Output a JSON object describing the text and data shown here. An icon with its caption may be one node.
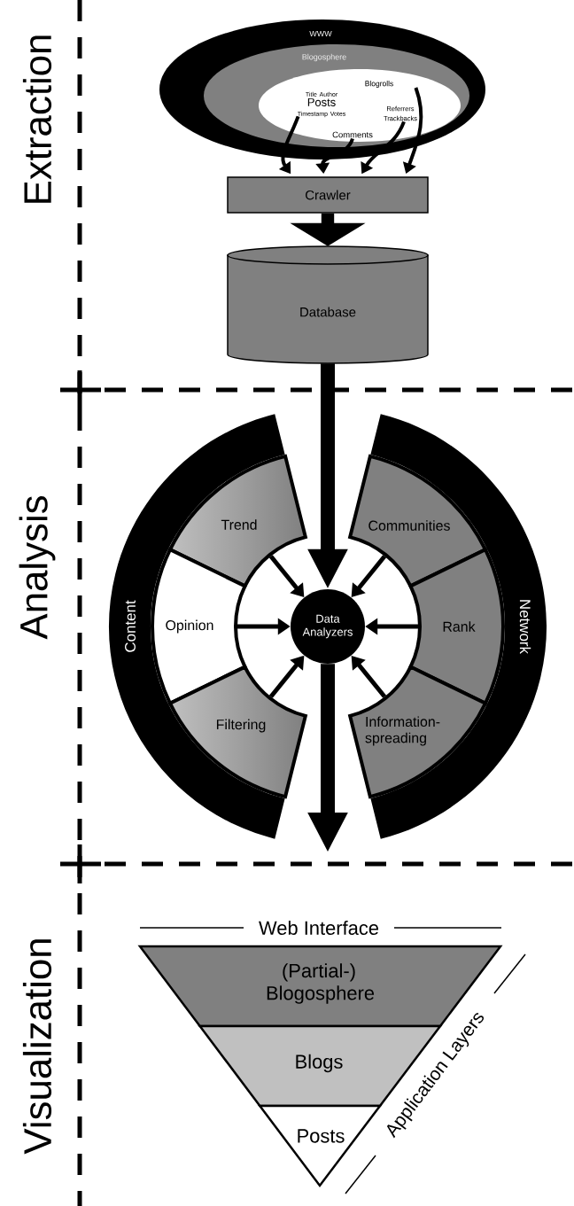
{
  "diagram": {
    "nodes": [
      {
        "text": [
          "WWW"
        ]
      },
      {
        "text": [
          "Blogosphere"
        ],
        "in": 0
      },
      {
        "text": [],
        "shape": "ellipse",
        "in": 1
      },
      {
        "text": [
          "Title",
          "Author",
          "Posts",
          "Timestamp",
          "Votes"
        ],
        "in": 2
      },
      {
        "text": [
          "Blogrolls"
        ],
        "in": 2
      },
      {
        "text": [
          "Referrers",
          "Trackbacks"
        ],
        "in": 2
      },
      {
        "text": [
          "Comments"
        ],
        "in": 2
      },
      {
        "text": [
          "Crawler"
        ]
      },
      {
        "text": [
          "Database"
        ]
      },
      {
        "text": [
          "Content"
        ]
      },
      {
        "text": [
          "Network"
        ]
      },
      {
        "text": [
          "Trend"
        ]
      },
      {
        "text": [
          "Communities"
        ]
      },
      {
        "text": [
          "Opinion"
        ]
      },
      {
        "text": [
          "Data Analyzers"
        ]
      },
      {
        "text": [
          "Rank"
        ]
      },
      {
        "text": [
          "Filtering"
        ]
      },
      {
        "text": [
          "Information-spreading"
        ]
      },
      {
        "text": [
          "(Partial-) Blogosphere"
        ]
      },
      {
        "text": [
          "Blogs"
        ]
      },
      {
        "text": [
          "Posts"
        ]
      }
    ],
    "edges": [
      {
        "from": 3,
        "to": 7,
        "arrow": "to"
      },
      {
        "from": 6,
        "to": 7,
        "arrow": "to"
      },
      {
        "from": 5,
        "to": 7,
        "arrow": "to"
      },
      {
        "from": 4,
        "to": 7,
        "arrow": "to"
      },
      {
        "from": 7,
        "to": 8,
        "arrow": "to",
        "style": "thick"
      },
      {
        "from": 8,
        "to": 14,
        "arrow": "to",
        "style": "thick"
      },
      {
        "from": 11,
        "to": 14,
        "arrow": "to"
      },
      {
        "from": 12,
        "to": 14,
        "arrow": "to"
      },
      {
        "from": 13,
        "to": 14,
        "arrow": "to"
      },
      {
        "from": 15,
        "to": 14,
        "arrow": "to"
      },
      {
        "from": 16,
        "to": 14,
        "arrow": "to"
      },
      {
        "from": 17,
        "to": 14,
        "arrow": "to"
      },
      {
        "from": 14,
        "to": null,
        "arrow": "to",
        "style": "thick"
      }
    ],
    "labels": [
      "Extraction",
      "Analysis",
      "Web Interface",
      "Visualization",
      "Application Layers"
    ]
  }
}
